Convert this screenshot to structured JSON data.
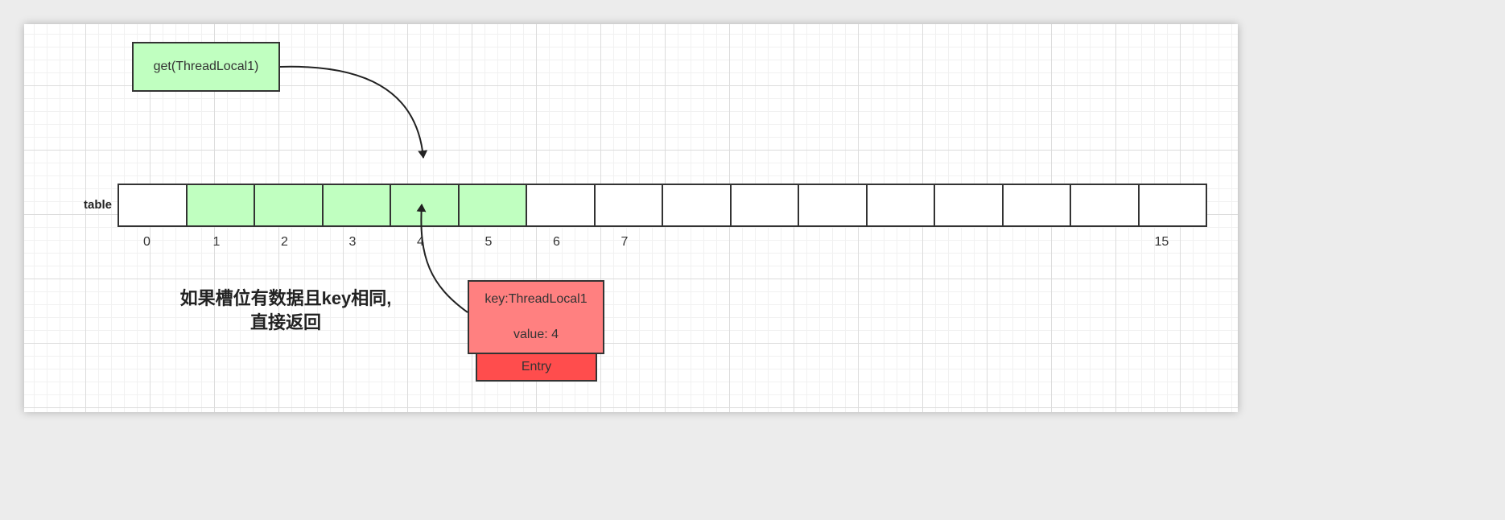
{
  "get_call": "get(ThreadLocal1)",
  "table_label": "table",
  "table": {
    "slot_count": 16,
    "filled_slots": [
      1,
      2,
      3,
      4,
      5
    ],
    "fill_color": "#c0ffc0",
    "indices": [
      {
        "slot": 0,
        "label": "0"
      },
      {
        "slot": 1,
        "label": "1"
      },
      {
        "slot": 2,
        "label": "2"
      },
      {
        "slot": 3,
        "label": "3"
      },
      {
        "slot": 4,
        "label": "4"
      },
      {
        "slot": 5,
        "label": "5"
      },
      {
        "slot": 6,
        "label": "6"
      },
      {
        "slot": 7,
        "label": "7"
      },
      {
        "slot": 15,
        "label": "15"
      }
    ]
  },
  "entry": {
    "key": "key:ThreadLocal1",
    "value": "value: 4",
    "label": "Entry",
    "key_color": "#ff8080",
    "label_color": "#ff4d4d"
  },
  "note": {
    "line1": "如果槽位有数据且key相同,",
    "line2": "直接返回"
  }
}
